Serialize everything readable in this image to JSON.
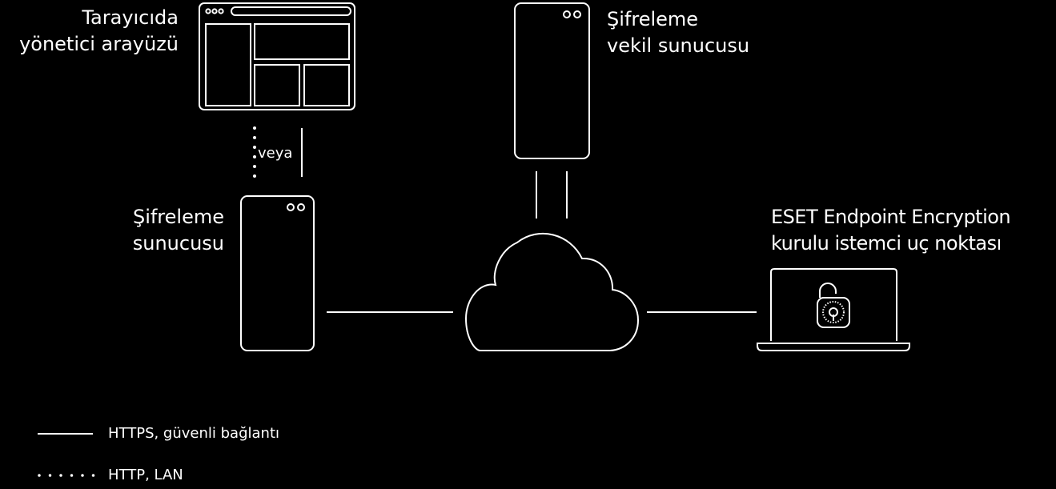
{
  "labels": {
    "browser_line1": "Tarayıcıda",
    "browser_line2": "yönetici arayüzü",
    "proxy_line1": "Şifreleme",
    "proxy_line2": "vekil sunucusu",
    "server_line1": "Şifreleme",
    "server_line2": "sunucusu",
    "client_line1": "ESET Endpoint Encryption",
    "client_line2": "kurulu istemci uç noktası",
    "or": "veya"
  },
  "legend": {
    "solid": "HTTPS, güvenli bağlantı",
    "dotted": "HTTP, LAN"
  },
  "colors": {
    "background": "#000000",
    "stroke": "#ffffff"
  }
}
